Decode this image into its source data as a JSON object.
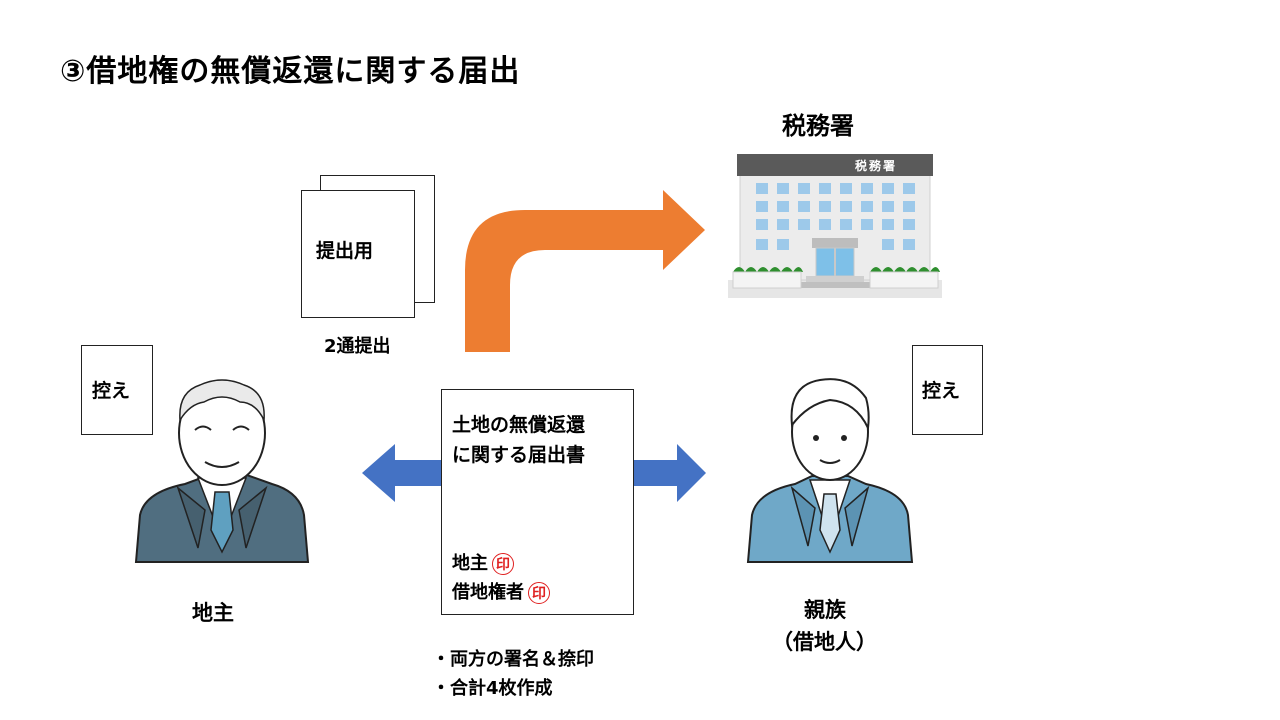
{
  "title": "③借地権の無償返還に関する届出",
  "tax_office": {
    "label": "税務署",
    "sign": "税務署"
  },
  "submission": {
    "sheet_label": "提出用",
    "caption": "2通提出"
  },
  "landlord": {
    "copy_label": "控え",
    "label": "地主"
  },
  "relative": {
    "copy_label": "控え",
    "label_line1": "親族",
    "label_line2": "（借地人）"
  },
  "form": {
    "title_line1": "土地の無償返還",
    "title_line2": "に関する届出書",
    "sign1": "地主",
    "sign2": "借地権者",
    "stamp": "印"
  },
  "notes": [
    "・両方の署名＆捺印",
    "・合計4枚作成"
  ],
  "colors": {
    "orange_arrow": "#ED7D31",
    "blue_arrow": "#4472C4",
    "stamp_red": "#E02020",
    "suit_landlord": "#506E80",
    "suit_relative": "#6FA8C8"
  }
}
